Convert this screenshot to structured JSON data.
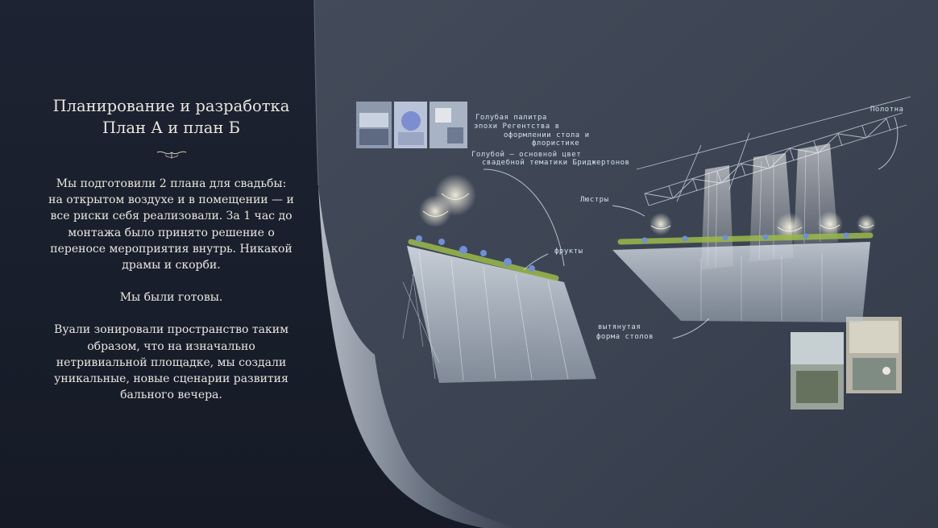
{
  "left_panel": {
    "title_line1": "Планирование и разработка",
    "title_line2": "План А и план Б",
    "paragraphs": [
      "Мы подготовили 2 плана для свадьбы:  на открытом воздухе и в помещении — и все риски себя реализовали. За 1 час до монтажа было принято решение о переносе мероприятия внутрь. Никакой драмы и скорби.",
      "Мы были готовы.",
      "Вуали зонировали пространство таким образом, что на изначально нетривиальной площадке, мы создали уникальные, новые сценарии развития бального вечера."
    ]
  },
  "sketch": {
    "notes": {
      "palette_1": "Голубая палитра",
      "palette_2": "эпохи Регентства в",
      "palette_3": "оформлении стола и",
      "palette_4": "флористике",
      "color_1": "Голубой — основной цвет",
      "color_2": "свадебной тематики Бриджертонов",
      "curtains": "Полотна",
      "chandeliers": "Люстры",
      "fruits": "фрукты",
      "tables_1": "вытянутая",
      "tables_2": "форма столов"
    }
  },
  "colors": {
    "left_bg": "#1b2130",
    "page_bg": "#3c4453",
    "text": "#e9e6df",
    "accent_blue": "#6f8fd6",
    "greenery": "#9bbb4a"
  }
}
